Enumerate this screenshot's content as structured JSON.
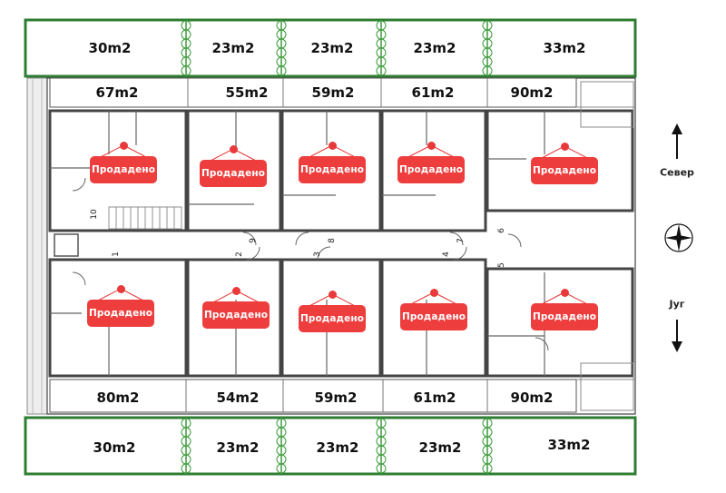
{
  "terraces_top": [
    "30m2",
    "23m2",
    "23m2",
    "23m2",
    "33m2"
  ],
  "apartments_top": [
    "67m2",
    "55m2",
    "59m2",
    "61m2",
    "90m2"
  ],
  "apartments_bottom": [
    "80m2",
    "54m2",
    "59m2",
    "61m2",
    "90m2"
  ],
  "terraces_bottom": [
    "30m2",
    "23m2",
    "23m2",
    "23m2",
    "33m2"
  ],
  "sold_label": "Продадено",
  "compass": {
    "north": "Север",
    "south": "Југ"
  },
  "unit_numbers": [
    "10",
    "1",
    "9",
    "2",
    "8",
    "3",
    "7",
    "4",
    "6",
    "5"
  ],
  "colors": {
    "terrace_border": "#2e7d32",
    "sold_tag": "#ee3d3d",
    "wall": "#333333"
  }
}
